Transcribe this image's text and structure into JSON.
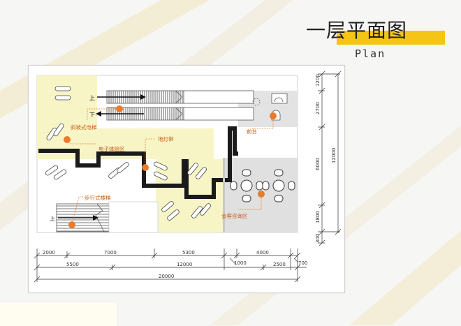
{
  "header": {
    "title": "一层平面图",
    "subtitle": "Plan"
  },
  "colors": {
    "accent": "#f4c417",
    "zone_yellow": "#f7f5c6",
    "zone_gray": "#e0e0e0",
    "marker": "#e87c2a",
    "wall": "#1a1a1a"
  },
  "plan": {
    "escalator_up_label": "上",
    "escalator_down_label": "下",
    "stairs_up_label": "上",
    "annotations": {
      "escalator": "斜坡式电梯",
      "experience": "电子体验区",
      "floor_light": "地灯带",
      "reception": "前台",
      "meeting": "会客咨询区",
      "stairs": "步行式楼梯"
    },
    "dims_right": [
      "1200",
      "2700",
      "6000",
      "1800",
      "300"
    ],
    "dim_right_total": "12000",
    "dims_bottom_row1": [
      "2000",
      "7000",
      "5300",
      "4000"
    ],
    "dim_bottom_small_a": "1000",
    "dim_bottom_small_b": "700",
    "dims_bottom_row2": [
      "5500",
      "12000",
      "2500"
    ],
    "dim_bottom_total": "20000"
  }
}
